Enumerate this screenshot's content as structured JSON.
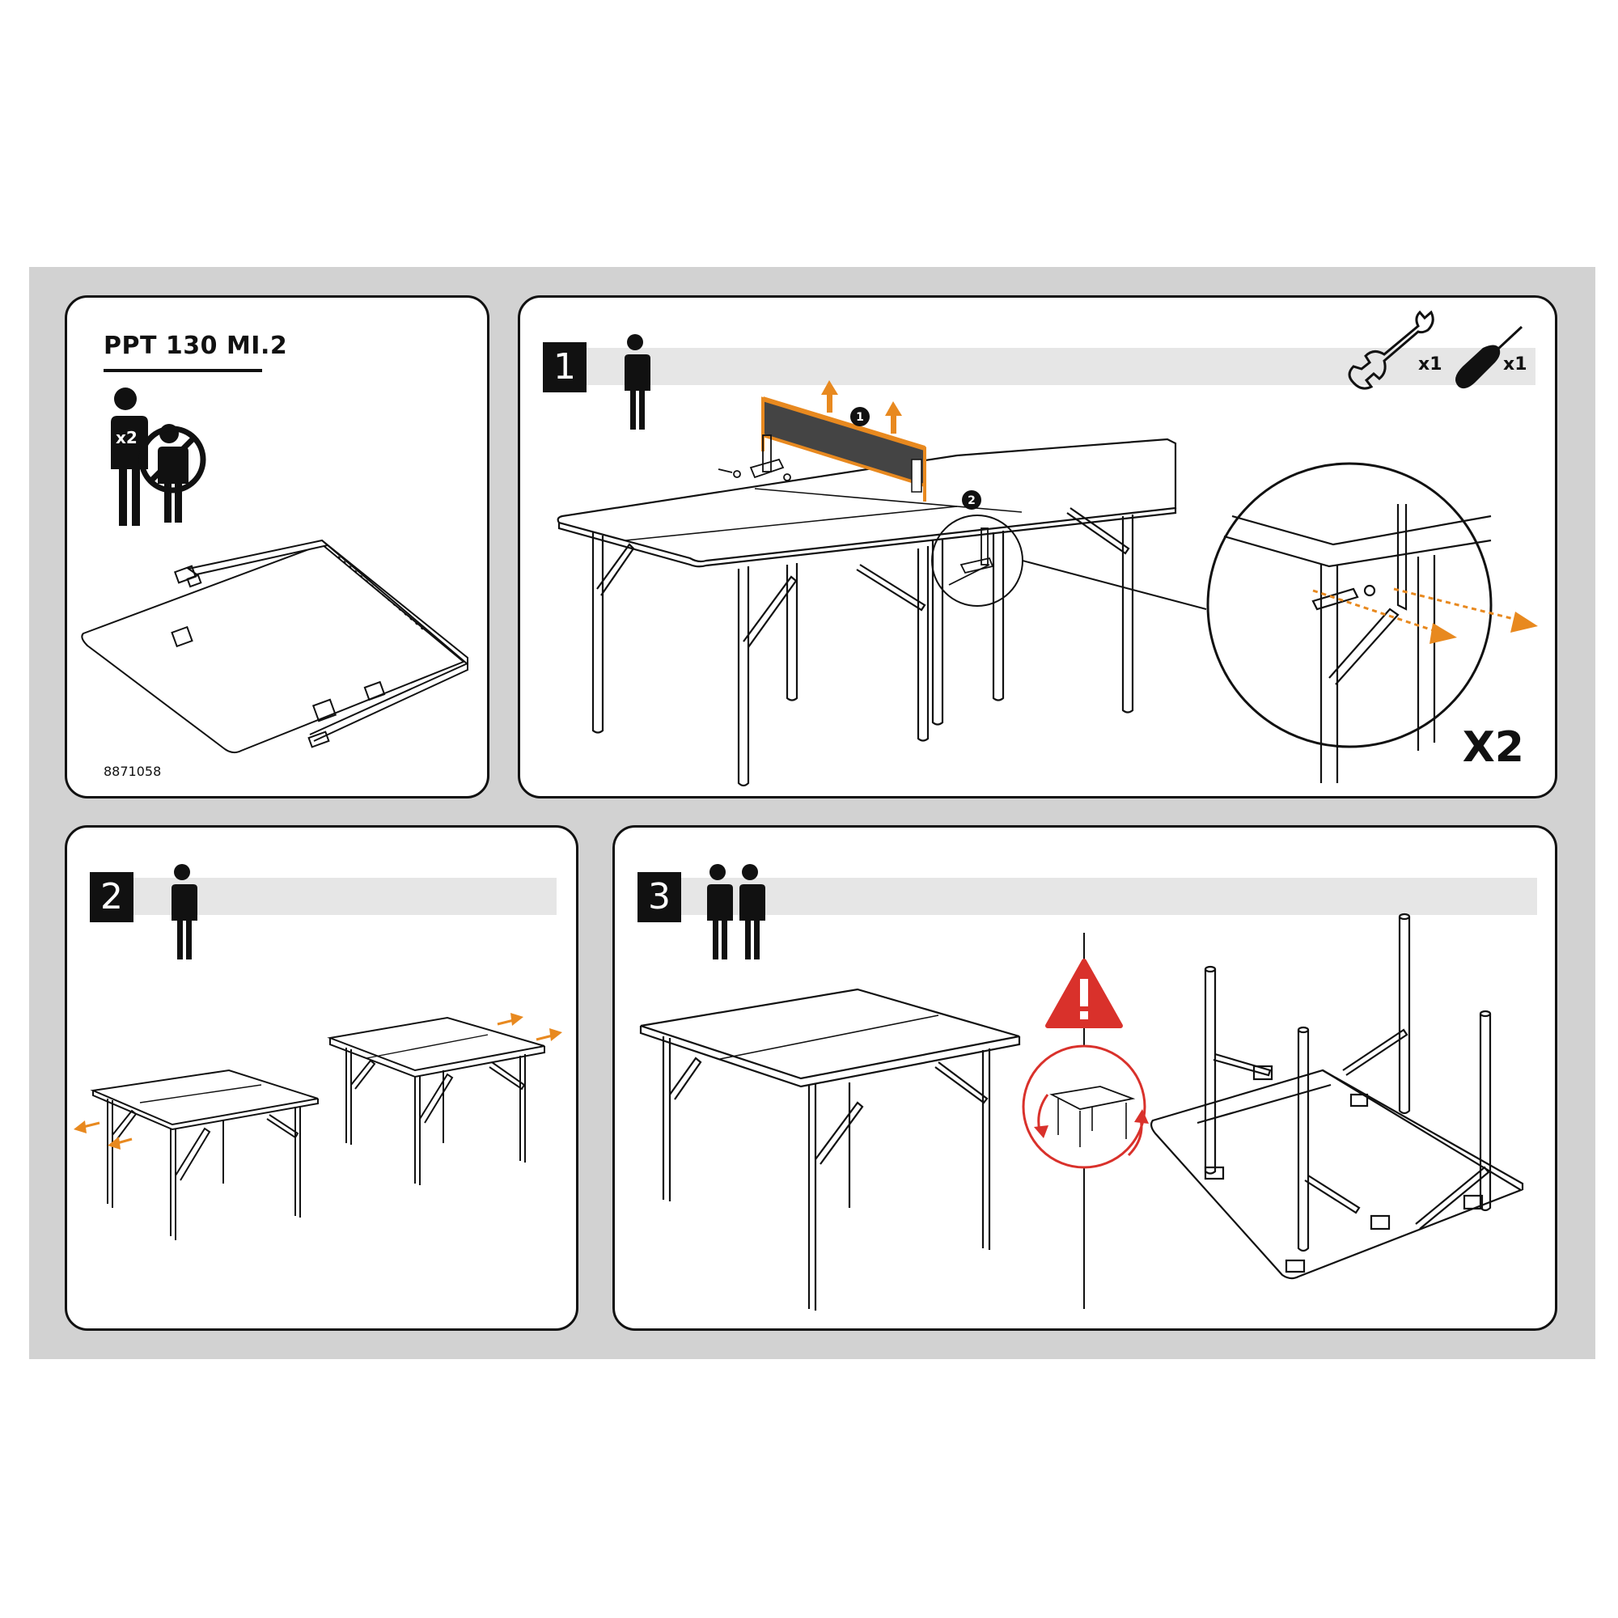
{
  "intro": {
    "model": "PPT 130 MI.2",
    "people_count": "x2",
    "code": "8871058"
  },
  "step1": {
    "number": "1",
    "tools": [
      {
        "icon": "wrench-icon",
        "count": "x1"
      },
      {
        "icon": "screwdriver-icon",
        "count": "x1"
      }
    ],
    "callouts": [
      "1",
      "2"
    ],
    "repeat": "X2"
  },
  "step2": {
    "number": "2"
  },
  "step3": {
    "number": "3"
  },
  "colors": {
    "accent": "#e8891f",
    "warning": "#d9312b",
    "band": "#e6e6e6",
    "frame": "#d2d2d2"
  }
}
